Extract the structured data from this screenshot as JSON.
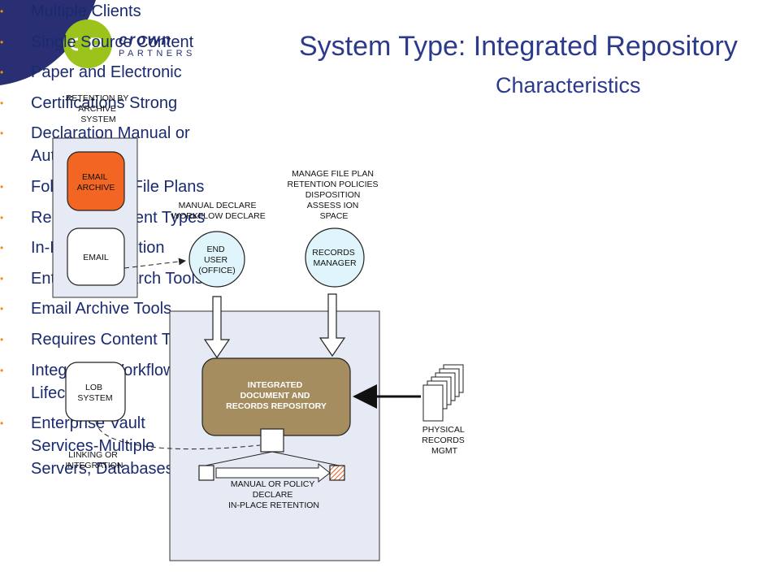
{
  "header": {
    "title": "System Type: Integrated Repository",
    "logo_text_top": "crown",
    "logo_text_bottom": "PARTNERS"
  },
  "characteristics": {
    "heading": "Characteristics",
    "bullet_color": "#f08a1a",
    "items": [
      {
        "lines": [
          "Multiple Clients"
        ]
      },
      {
        "lines": [
          "Single Source Content"
        ]
      },
      {
        "lines": [
          "Paper and Electronic"
        ]
      },
      {
        "lines": [
          "Certifications Strong"
        ]
      },
      {
        "lines": [
          "Declaration Manual or",
          "Automatic"
        ]
      },
      {
        "lines": [
          "Folder-Based File Plans"
        ]
      },
      {
        "lines": [
          "Requires Content Types"
        ]
      },
      {
        "lines": [
          "In-Place Retention"
        ]
      },
      {
        "lines": [
          "Enterprise Search Tools"
        ]
      },
      {
        "lines": [
          "Email Archive Tools"
        ]
      },
      {
        "lines": [
          "Requires Content Types"
        ]
      },
      {
        "lines": [
          "Integrated Workflow and",
          "Lifecycle"
        ]
      },
      {
        "lines": [
          "Enterprise Vault",
          "Services-Multiple",
          "Servers, Databases"
        ]
      }
    ]
  },
  "diagram": {
    "retention_label": [
      "RETENTION BY",
      "ARCHIVE",
      "SYSTEM"
    ],
    "email_archive": [
      "EMAIL",
      "ARCHIVE"
    ],
    "email": "EMAIL",
    "manual_declare": [
      "MANUAL DECLARE",
      "WORKFLOW DECLARE"
    ],
    "end_user": [
      "END",
      "USER",
      "(OFFICE)"
    ],
    "manage_file_plan": [
      "MANAGE FILE PLAN",
      "RETENTION POLICIES",
      "DISPOSITION",
      "ASSESS ION",
      "SPACE"
    ],
    "records_manager": [
      "RECORDS",
      "MANAGER"
    ],
    "lob_system": [
      "LOB",
      "SYSTEM"
    ],
    "repository": [
      "INTEGRATED",
      "DOCUMENT AND",
      "RECORDS REPOSITORY"
    ],
    "physical_records": [
      "PHYSICAL",
      "RECORDS",
      "MGMT"
    ],
    "linking": [
      "LINKING OR",
      "INTEGRATION"
    ],
    "manual_policy": [
      "MANUAL OR POLICY",
      "DECLARE",
      "IN-PLACE RETENTION"
    ]
  },
  "colors": {
    "title": "#2b3a8a",
    "panel_fill": "#e6eaf4",
    "email_archive_fill": "#f26522",
    "circle_fill": "#e0f5fb",
    "repository_fill": "#a58d5f",
    "logo_navy": "#2a2f73",
    "logo_green": "#9bc31c"
  }
}
